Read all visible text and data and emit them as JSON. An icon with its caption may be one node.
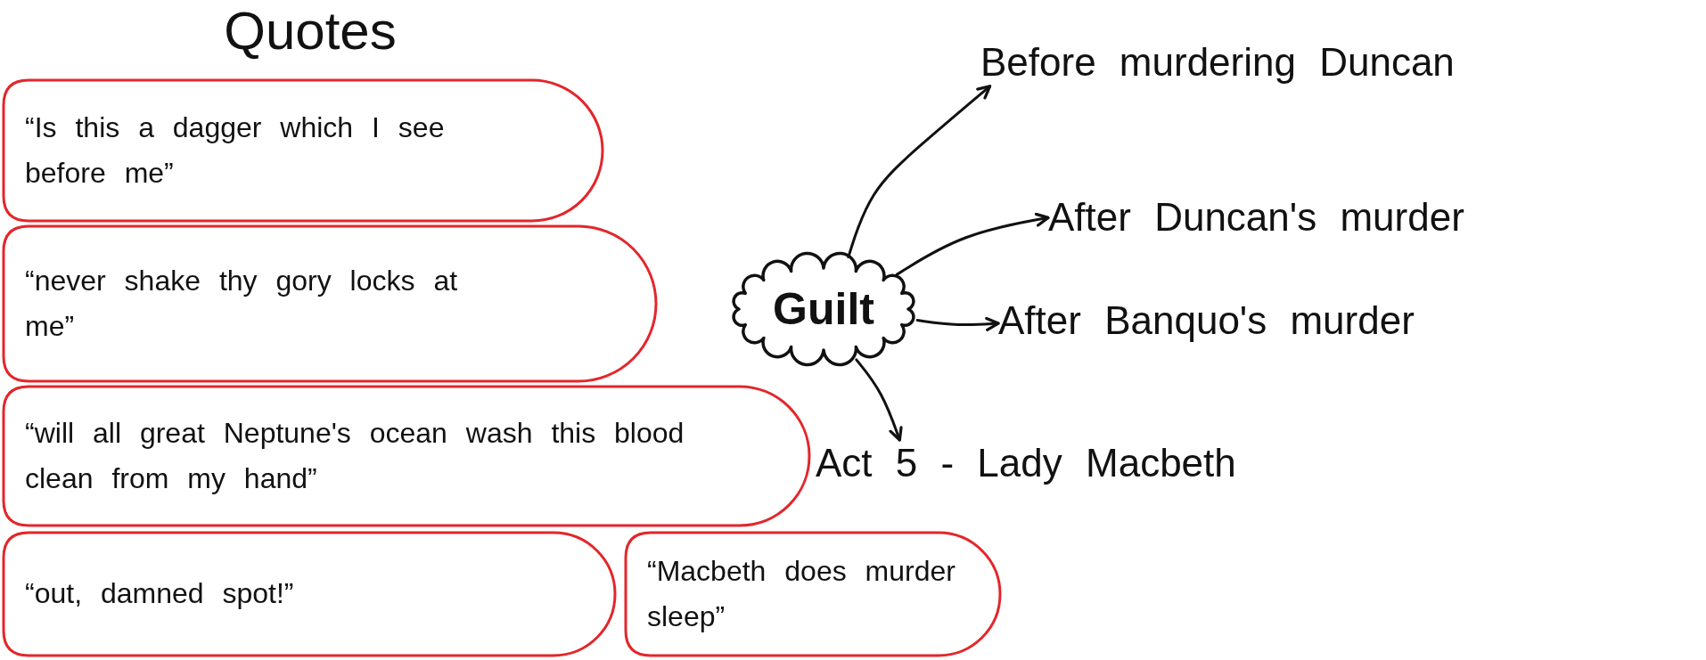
{
  "diagram": {
    "title": "Quotes",
    "nodes": [
      {
        "text": [
          "“Is this a dagger which I see before me”"
        ]
      },
      {
        "text": [
          "“never shake thy gory locks at me”"
        ]
      },
      {
        "text": [
          "“will all great Neptune's ocean wash this blood clean from my hand”"
        ]
      },
      {
        "text": [
          "“out, damned spot!”"
        ]
      },
      {
        "text": [
          "“Macbeth does murder sleep”"
        ]
      },
      {
        "text": [
          "Guilt"
        ]
      },
      {
        "text": [
          "Before murdering Duncan"
        ]
      },
      {
        "text": [
          "After Duncan's murder"
        ]
      },
      {
        "text": [
          "After Banquo's murder"
        ]
      },
      {
        "text": [
          "Act 5 - Lady Macbeth"
        ]
      }
    ],
    "edges": [
      {
        "from": 5,
        "to": 6,
        "arrow": "to"
      },
      {
        "from": 5,
        "to": 7,
        "arrow": "to"
      },
      {
        "from": 5,
        "to": 8,
        "arrow": "to"
      },
      {
        "from": 5,
        "to": 9,
        "arrow": "to"
      }
    ]
  }
}
